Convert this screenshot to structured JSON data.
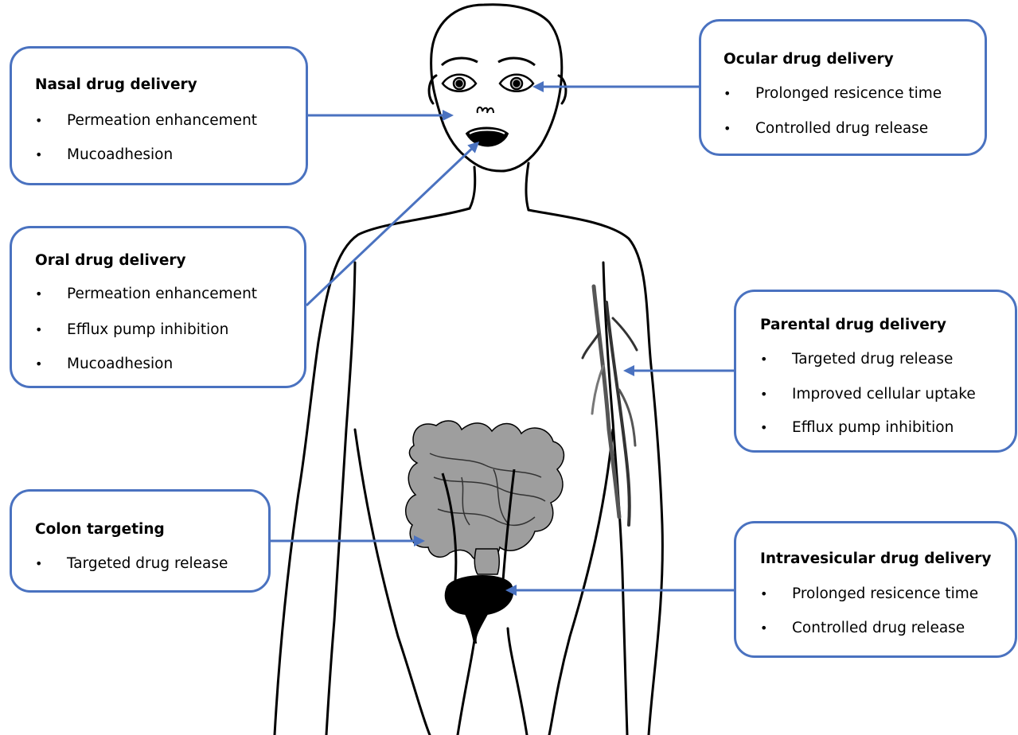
{
  "accent_color": "#4a72c0",
  "body_figure": {
    "icons": [
      "human-body-outline-icon",
      "colon-icon",
      "bladder-icon",
      "blood-vessels-icon",
      "eye-icon",
      "nose-icon",
      "mouth-icon"
    ]
  },
  "boxes": {
    "nasal": {
      "title": "Nasal drug delivery",
      "items": [
        "Permeation enhancement",
        "Mucoadhesion"
      ]
    },
    "oral": {
      "title": "Oral drug delivery",
      "items": [
        "Permeation enhancement",
        "Efflux pump inhibition",
        "Mucoadhesion"
      ]
    },
    "colon": {
      "title": "Colon targeting",
      "items": [
        "Targeted drug release"
      ]
    },
    "ocular": {
      "title": "Ocular drug delivery",
      "items": [
        "Prolonged resicence time",
        "Controlled drug release"
      ]
    },
    "parental": {
      "title": "Parental drug delivery",
      "items": [
        "Targeted drug release",
        "Improved cellular uptake",
        "Efflux pump inhibition"
      ]
    },
    "intravesicular": {
      "title": "Intravesicular drug delivery",
      "items": [
        "Prolonged resicence time",
        "Controlled drug release"
      ]
    }
  }
}
